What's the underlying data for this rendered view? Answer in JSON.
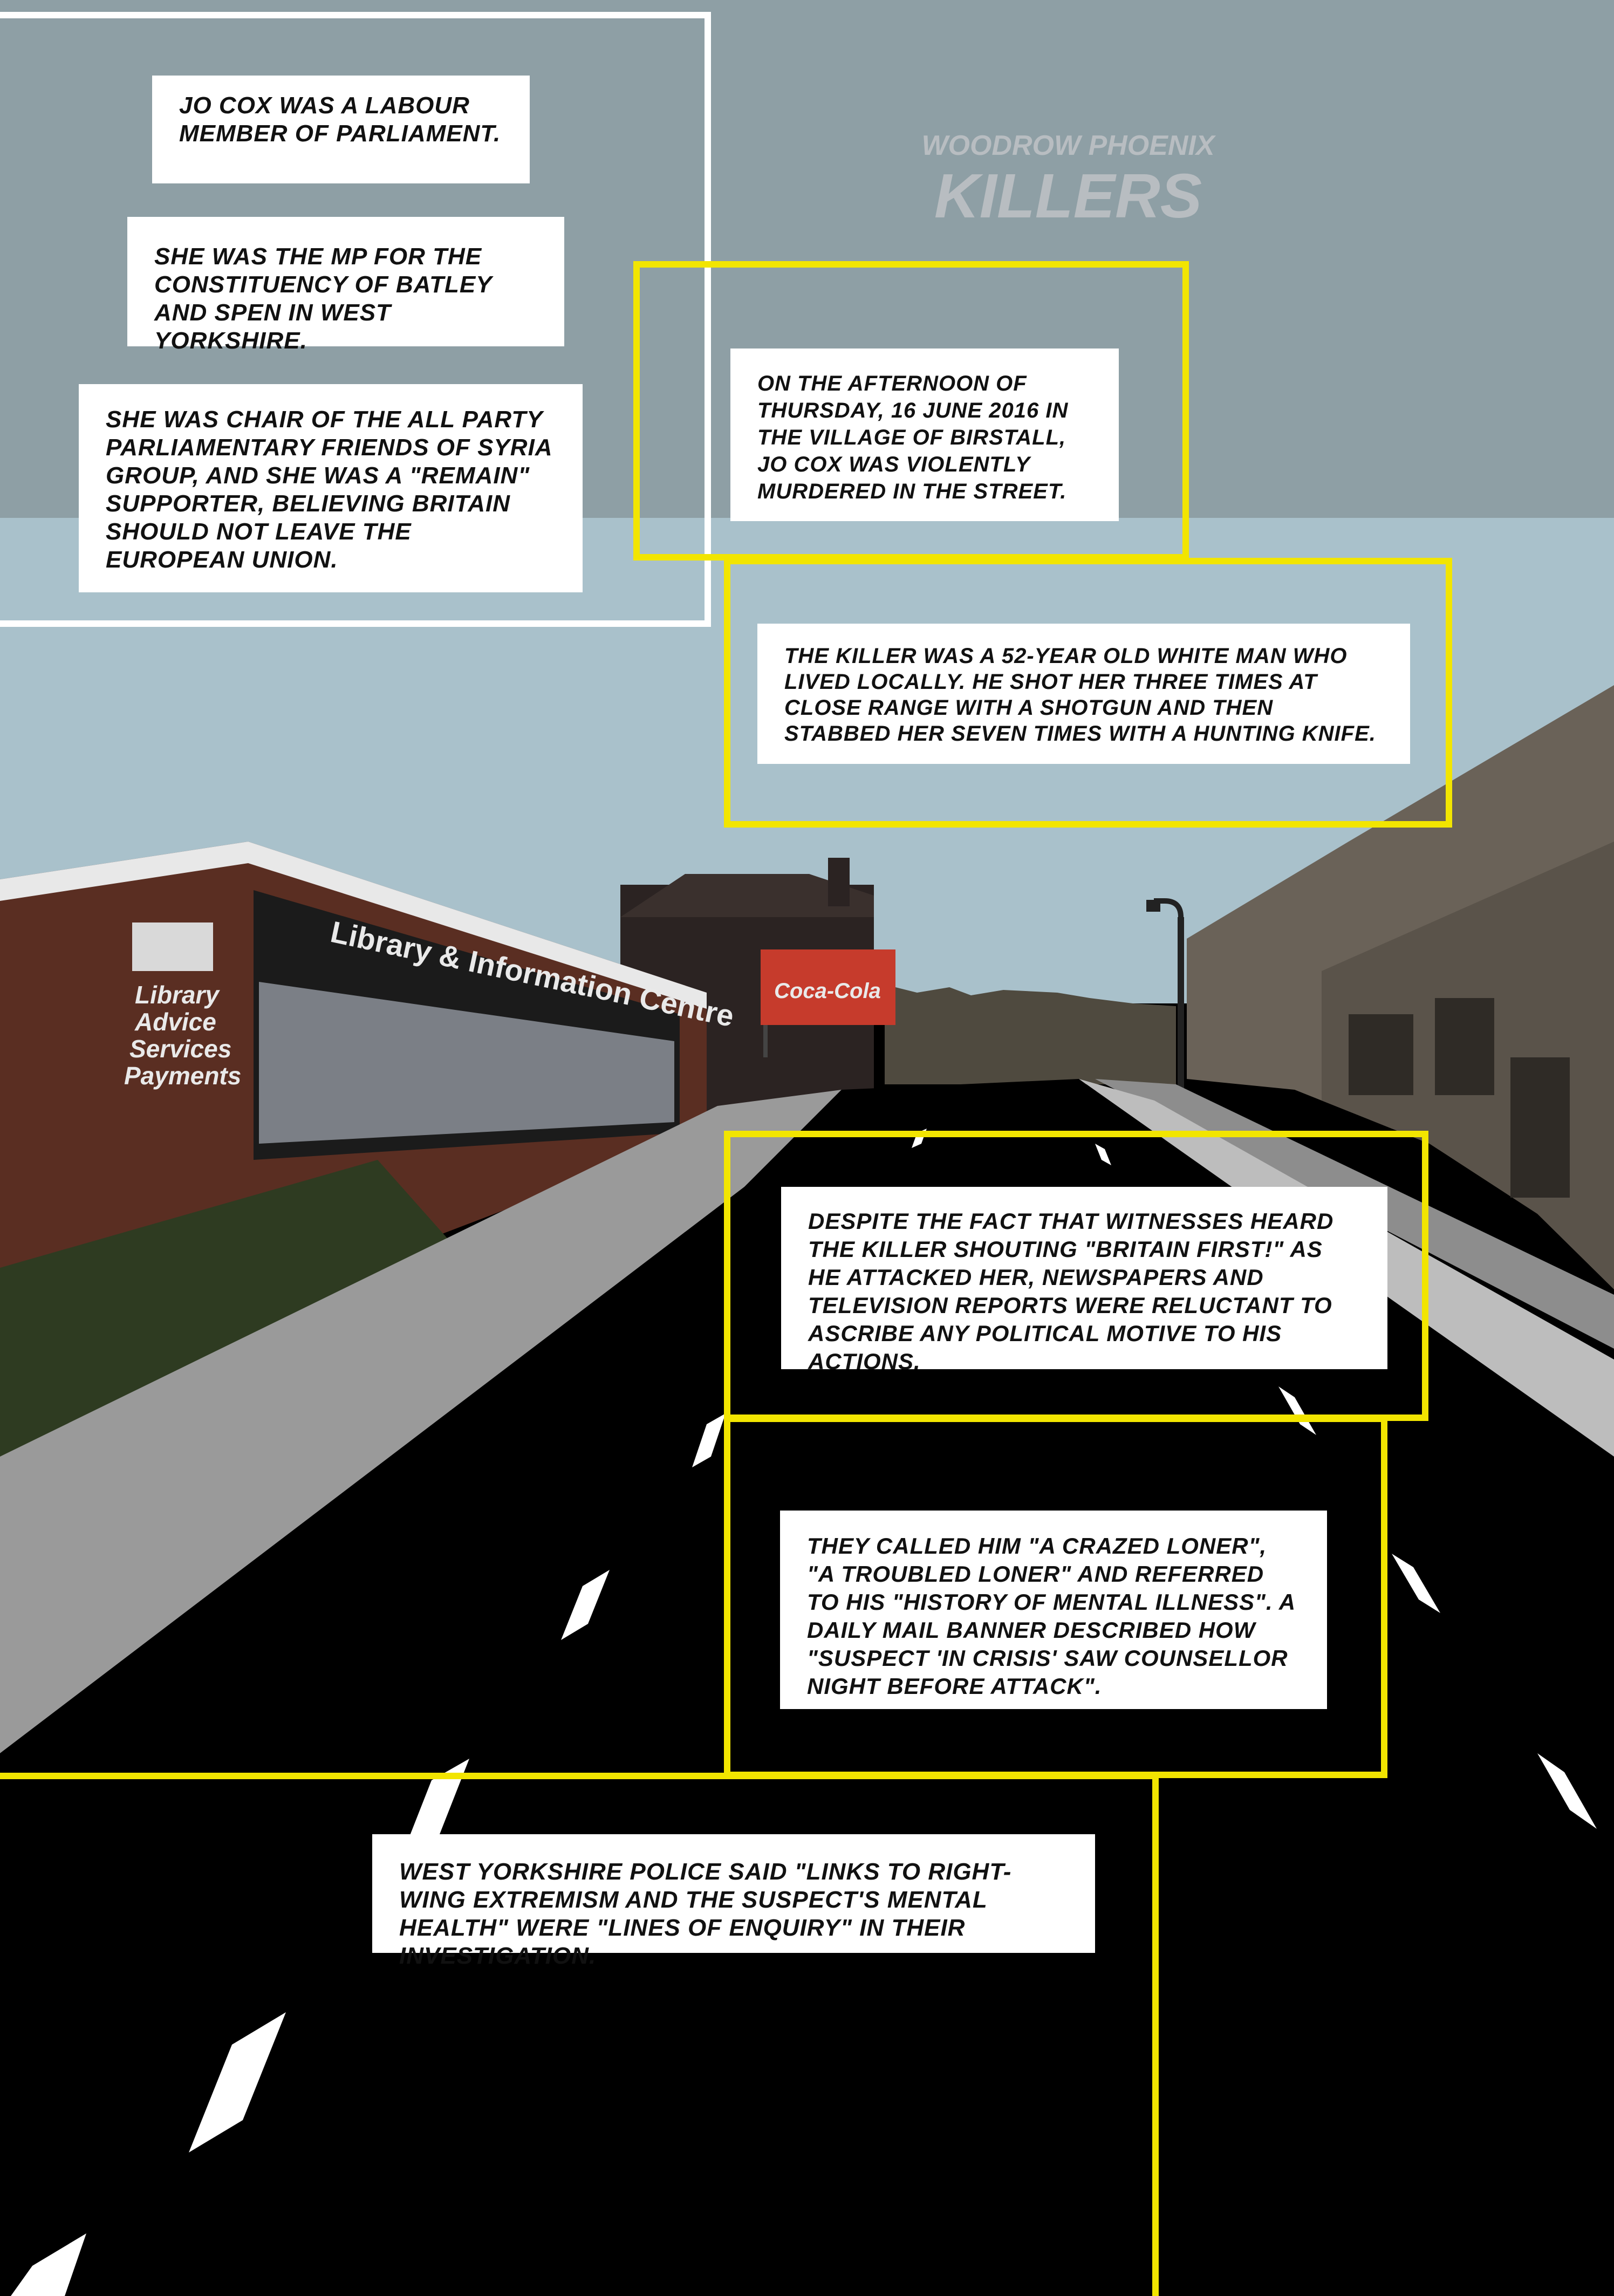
{
  "credit": {
    "author": "WOODROW PHOENIX",
    "title": "KILLERS"
  },
  "captions": {
    "c1_name": "JO COX",
    "c1_rest": "WAS A LABOUR MEMBER OF PARLIAMENT.",
    "c2": "SHE WAS THE MP FOR THE CONSTITUENCY OF BATLEY AND SPEN IN WEST YORKSHIRE.",
    "c3": "SHE WAS CHAIR OF THE ALL PARTY PARLIAMENTARY FRIENDS OF SYRIA GROUP, AND SHE WAS A \"REMAIN\" SUPPORTER, BELIEVING BRITAIN SHOULD NOT LEAVE THE EUROPEAN UNION.",
    "c4": "ON THE AFTERNOON OF THURSDAY, 16 JUNE 2016 IN THE VILLAGE OF BIRSTALL, JO COX WAS VIOLENTLY MURDERED IN THE STREET.",
    "c5": "THE KILLER WAS A 52-YEAR OLD WHITE MAN WHO LIVED LOCALLY. HE SHOT HER THREE TIMES AT CLOSE RANGE WITH A SHOTGUN AND THEN STABBED HER SEVEN TIMES WITH A HUNTING KNIFE.",
    "c6": "DESPITE THE FACT THAT WITNESSES HEARD THE KILLER SHOUTING \"BRITAIN FIRST!\" AS HE ATTACKED HER, NEWSPAPERS AND TELEVISION REPORTS WERE RELUCTANT TO ASCRIBE ANY POLITICAL MOTIVE TO HIS ACTIONS.",
    "c7": "THEY CALLED HIM \"A CRAZED LONER\", \"A TROUBLED LONER\" AND REFERRED TO HIS \"HISTORY OF MENTAL ILLNESS\". A DAILY MAIL BANNER DESCRIBED HOW \"SUSPECT 'IN CRISIS' SAW COUNSELLOR NIGHT BEFORE ATTACK\".",
    "c8": "WEST YORKSHIRE POLICE SAID \"LINKS TO RIGHT-WING EXTREMISM AND THE SUSPECT'S MENTAL HEALTH\" WERE \"LINES OF ENQUIRY\" IN THEIR INVESTIGATION."
  },
  "signs": {
    "building": "Library & Information Centre",
    "services": [
      "Library",
      "Advice",
      "Services",
      "Payments"
    ],
    "billboard": "Coca-Cola"
  },
  "colors": {
    "sky_top": "#8e9fa5",
    "sky_bottom": "#a9c1cb",
    "frame": "#f2e500",
    "brick": "#5a2e22",
    "road": "#000000"
  }
}
